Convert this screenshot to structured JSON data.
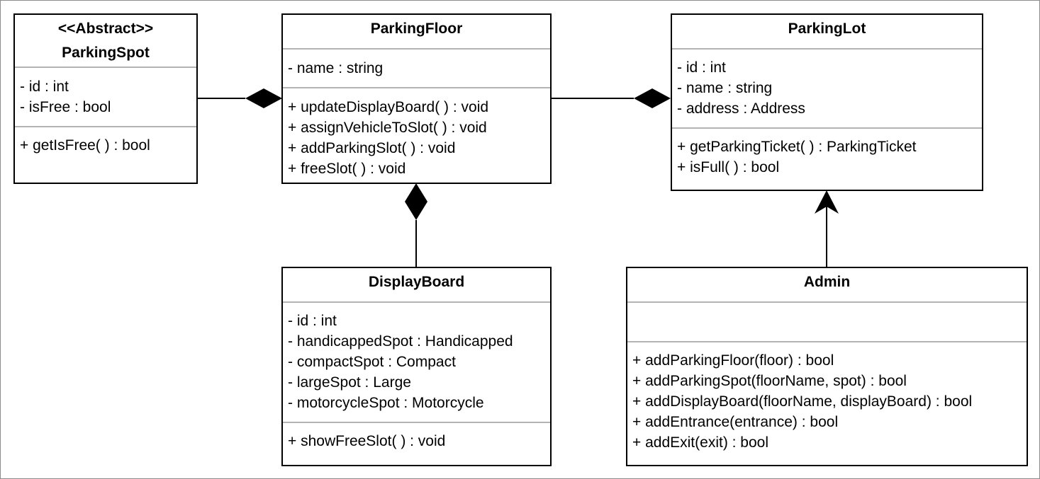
{
  "classes": {
    "parking_spot": {
      "stereotype": "<<Abstract>>",
      "name": "ParkingSpot",
      "attributes": [
        "- id : int",
        "- isFree : bool"
      ],
      "methods": [
        "+ getIsFree( ) : bool"
      ]
    },
    "parking_floor": {
      "name": "ParkingFloor",
      "attributes": [
        "- name : string"
      ],
      "methods": [
        "+ updateDisplayBoard( ) : void",
        "+ assignVehicleToSlot( ) : void",
        "+ addParkingSlot( ) : void",
        "+ freeSlot( ) : void"
      ]
    },
    "parking_lot": {
      "name": "ParkingLot",
      "attributes": [
        "- id : int",
        "- name : string",
        "- address : Address"
      ],
      "methods": [
        "+ getParkingTicket( ) : ParkingTicket",
        "+ isFull( ) : bool"
      ]
    },
    "display_board": {
      "name": "DisplayBoard",
      "attributes": [
        "- id : int",
        "- handicappedSpot : Handicapped",
        "- compactSpot : Compact",
        "- largeSpot : Large",
        "- motorcycleSpot : Motorcycle"
      ],
      "methods": [
        "+ showFreeSlot( ) : void"
      ]
    },
    "admin": {
      "name": "Admin",
      "attributes": [],
      "methods": [
        "+ addParkingFloor(floor) : bool",
        "+ addParkingSpot(floorName, spot) : bool",
        "+ addDisplayBoard(floorName, displayBoard) : bool",
        "+ addEntrance(entrance) : bool",
        "+ addExit(exit) : bool"
      ]
    }
  },
  "relationships": [
    {
      "from": "ParkingSpot",
      "to": "ParkingFloor",
      "type": "composition"
    },
    {
      "from": "ParkingFloor",
      "to": "ParkingLot",
      "type": "composition"
    },
    {
      "from": "DisplayBoard",
      "to": "ParkingFloor",
      "type": "composition"
    },
    {
      "from": "Admin",
      "to": "ParkingLot",
      "type": "association"
    }
  ],
  "colors": {
    "line": "#000000",
    "separator": "#b3b3b3",
    "frame": "#8c8c8c",
    "background": "#ffffff"
  }
}
